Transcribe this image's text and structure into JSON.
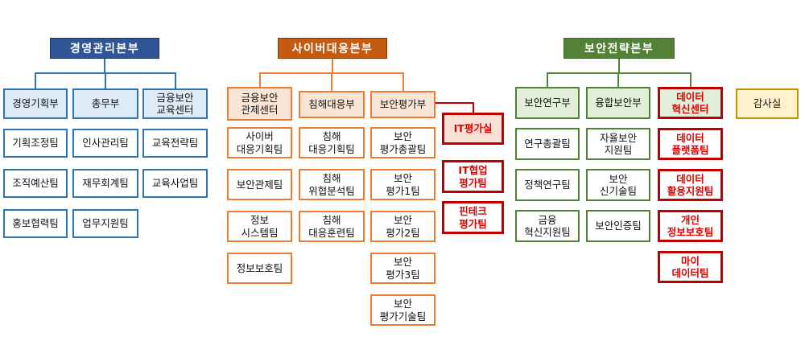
{
  "palette": {
    "highlight_border": "#C00000",
    "highlight_text": "#E00000",
    "header_text": "#FFFFFF",
    "team_fill": "#FFFFFF"
  },
  "divisions": [
    {
      "id": "management",
      "name": "경영관리본부",
      "colors": {
        "header_bg": "#2F5597",
        "header_border": "#1F3864",
        "box_border": "#2E74B5",
        "box_fill": "#DEEBF7",
        "line": "#2E74B5"
      },
      "departments": [
        {
          "name": "경영기획부",
          "teams": [
            "기획조정팀",
            "조직예산팀",
            "홍보협력팀"
          ]
        },
        {
          "name": "총무부",
          "teams": [
            "인사관리팀",
            "재무회계팀",
            "업무지원팀"
          ]
        },
        {
          "name": "금융보안\n교육센터",
          "teams": [
            "교육전략팀",
            "교육사업팀"
          ]
        }
      ]
    },
    {
      "id": "cyber",
      "name": "사이버대응본부",
      "colors": {
        "header_bg": "#C55A11",
        "header_border": "#843C0C",
        "box_border": "#ED7D31",
        "box_fill": "#FBE5D6",
        "line": "#ED7D31"
      },
      "departments": [
        {
          "name": "금융보안\n관제센터",
          "teams": [
            "사이버\n대응기획팀",
            "보안관제팀",
            "정보\n시스템팀",
            "정보보호팀"
          ]
        },
        {
          "name": "침해대응부",
          "teams": [
            "침해\n대응기획팀",
            "침해\n위협분석팀",
            "침해\n대응훈련팀"
          ]
        },
        {
          "name": "보안평가부",
          "teams": [
            "보안\n평가총괄팀",
            "보안\n평가1팀",
            "보안\n평가2팀",
            "보안\n평가3팀",
            "보안\n평가기술팀"
          ]
        },
        {
          "name": "IT평가실",
          "highlight": true,
          "fill": "#FBE0D5",
          "teams": [
            "IT협업\n평가팀",
            "핀테크\n평가팀"
          ]
        }
      ]
    },
    {
      "id": "strategy",
      "name": "보안전략본부",
      "colors": {
        "header_bg": "#538135",
        "header_border": "#44682B",
        "box_border": "#538135",
        "box_fill": "#E2EFDA",
        "line": "#538135"
      },
      "departments": [
        {
          "name": "보안연구부",
          "teams": [
            "연구총괄팀",
            "정책연구팀",
            "금융\n혁신지원팀"
          ]
        },
        {
          "name": "융합보안부",
          "teams": [
            "자율보안\n지원팀",
            "보안\n신기술팀",
            "보안인증팀"
          ]
        },
        {
          "name": "데이터\n혁신센터",
          "highlight": true,
          "teams": [
            "데이터\n플랫폼팀",
            "데이터\n활용지원팀",
            "개인\n정보보호팀",
            "마이\n데이터팀"
          ]
        }
      ]
    }
  ],
  "audit": {
    "name": "감사실",
    "colors": {
      "fill": "#FFF2CC",
      "border": "#BF9000"
    }
  }
}
